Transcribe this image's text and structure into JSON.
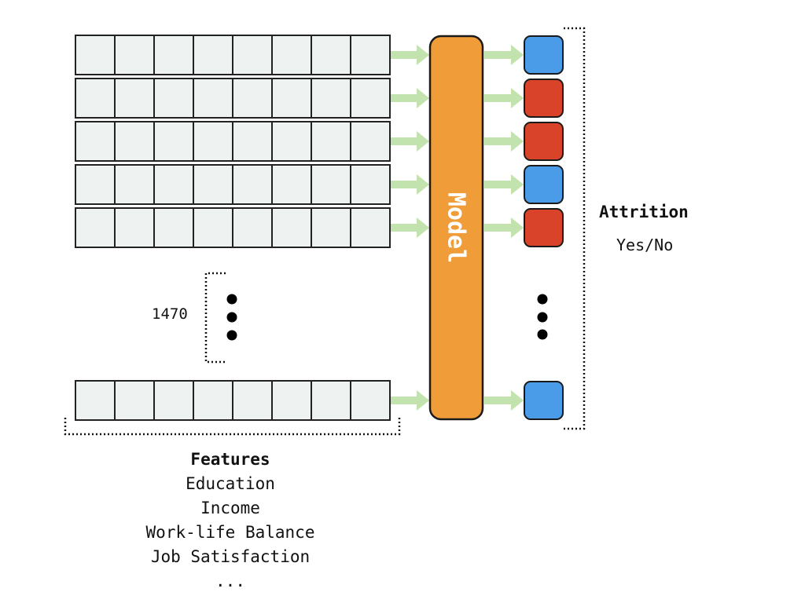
{
  "model": {
    "label": "Model",
    "color": "#f09c38"
  },
  "input": {
    "row_count_label": "1470",
    "visible_rows": 6,
    "cells_per_row": 8
  },
  "features": {
    "heading": "Features",
    "items": [
      "Education",
      "Income",
      "Work-life Balance",
      "Job Satisfaction",
      "..."
    ]
  },
  "output": {
    "title": "Attrition",
    "subtitle": "Yes/No",
    "classes": [
      "Yes",
      "No",
      "No",
      "Yes",
      "No",
      "Yes"
    ]
  },
  "colors": {
    "cell_fill": "#eef3f2",
    "cell_stroke": "#222222",
    "arrow": "#c2e2ae",
    "yes": "#4a9be8",
    "no": "#d8432a",
    "dot": "#000000"
  }
}
